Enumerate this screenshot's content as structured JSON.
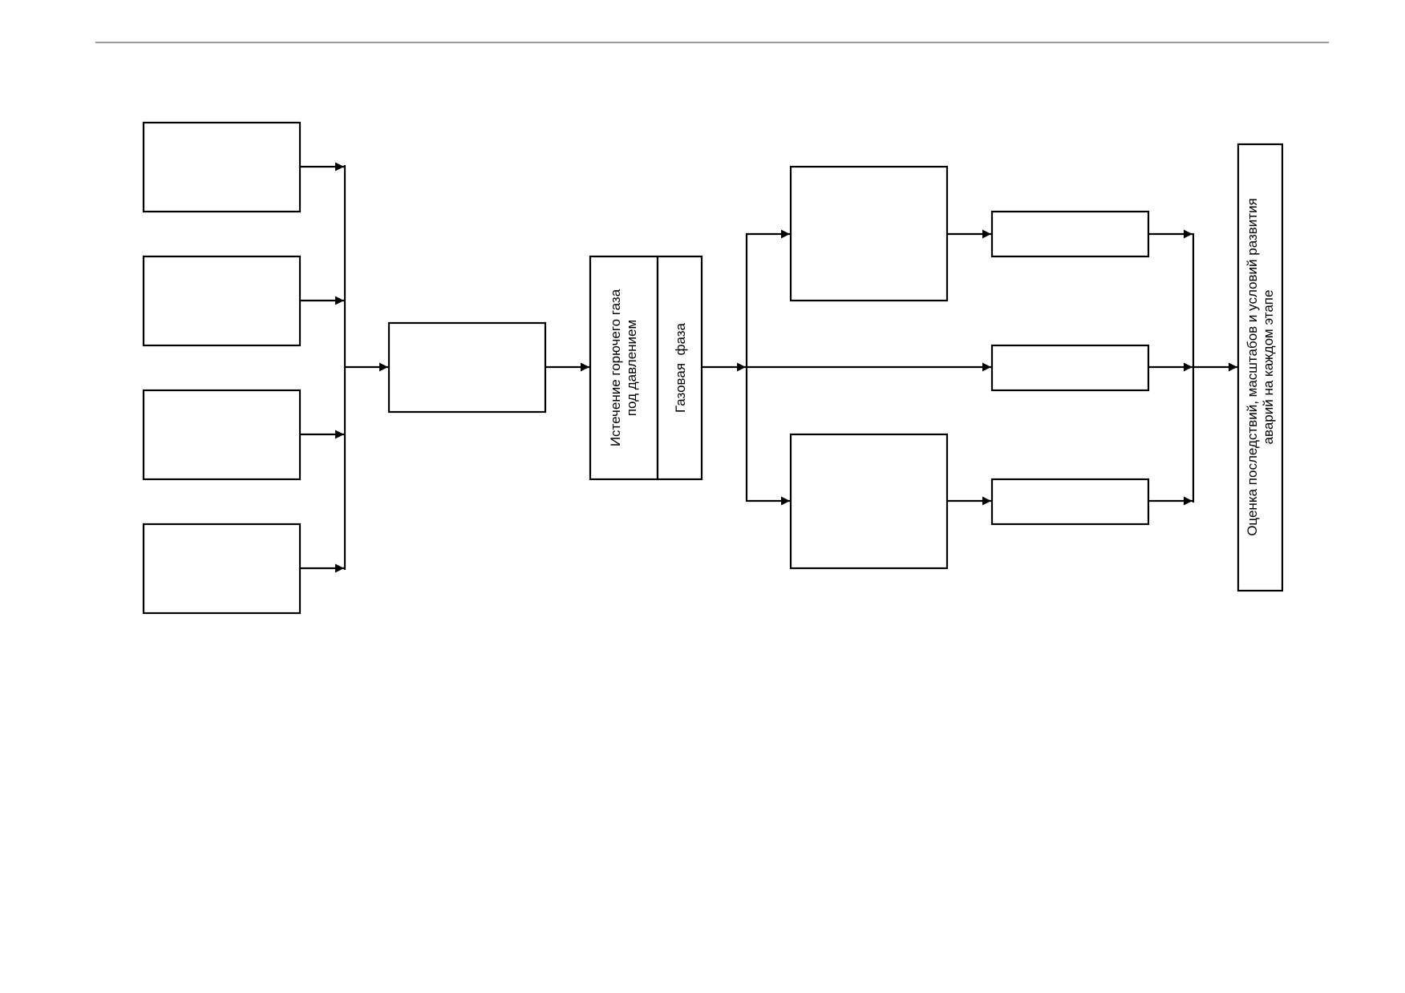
{
  "diagram": {
    "nodes": {
      "source_1": {
        "text": ""
      },
      "source_2": {
        "text": ""
      },
      "source_3": {
        "text": ""
      },
      "source_4": {
        "text": ""
      },
      "middle": {
        "text": ""
      },
      "outflow": {
        "line1": "Истечение горючего газа",
        "line2": "под давлением"
      },
      "phase": {
        "text": "Газовая  фаза"
      },
      "branch_upper": {
        "text": ""
      },
      "branch_lower": {
        "text": ""
      },
      "result_top": {
        "text": ""
      },
      "result_middle": {
        "text": ""
      },
      "result_bottom": {
        "text": ""
      },
      "assessment": {
        "line1": "Оценка последствий, масштабов и условий развития",
        "line2": "аварий на каждом этапе"
      }
    },
    "edges": [
      {
        "from": "source_1",
        "to": "collector_left"
      },
      {
        "from": "source_2",
        "to": "collector_left"
      },
      {
        "from": "source_3",
        "to": "collector_left"
      },
      {
        "from": "source_4",
        "to": "collector_left"
      },
      {
        "from": "collector_left",
        "to": "middle"
      },
      {
        "from": "middle",
        "to": "outflow"
      },
      {
        "from": "phase",
        "to": "split"
      },
      {
        "from": "split",
        "to": "branch_upper"
      },
      {
        "from": "split",
        "to": "result_middle"
      },
      {
        "from": "split",
        "to": "branch_lower"
      },
      {
        "from": "branch_upper",
        "to": "result_top"
      },
      {
        "from": "branch_lower",
        "to": "result_bottom"
      },
      {
        "from": "result_top",
        "to": "collector_right"
      },
      {
        "from": "result_middle",
        "to": "collector_right"
      },
      {
        "from": "result_bottom",
        "to": "collector_right"
      },
      {
        "from": "collector_right",
        "to": "assessment"
      }
    ]
  }
}
